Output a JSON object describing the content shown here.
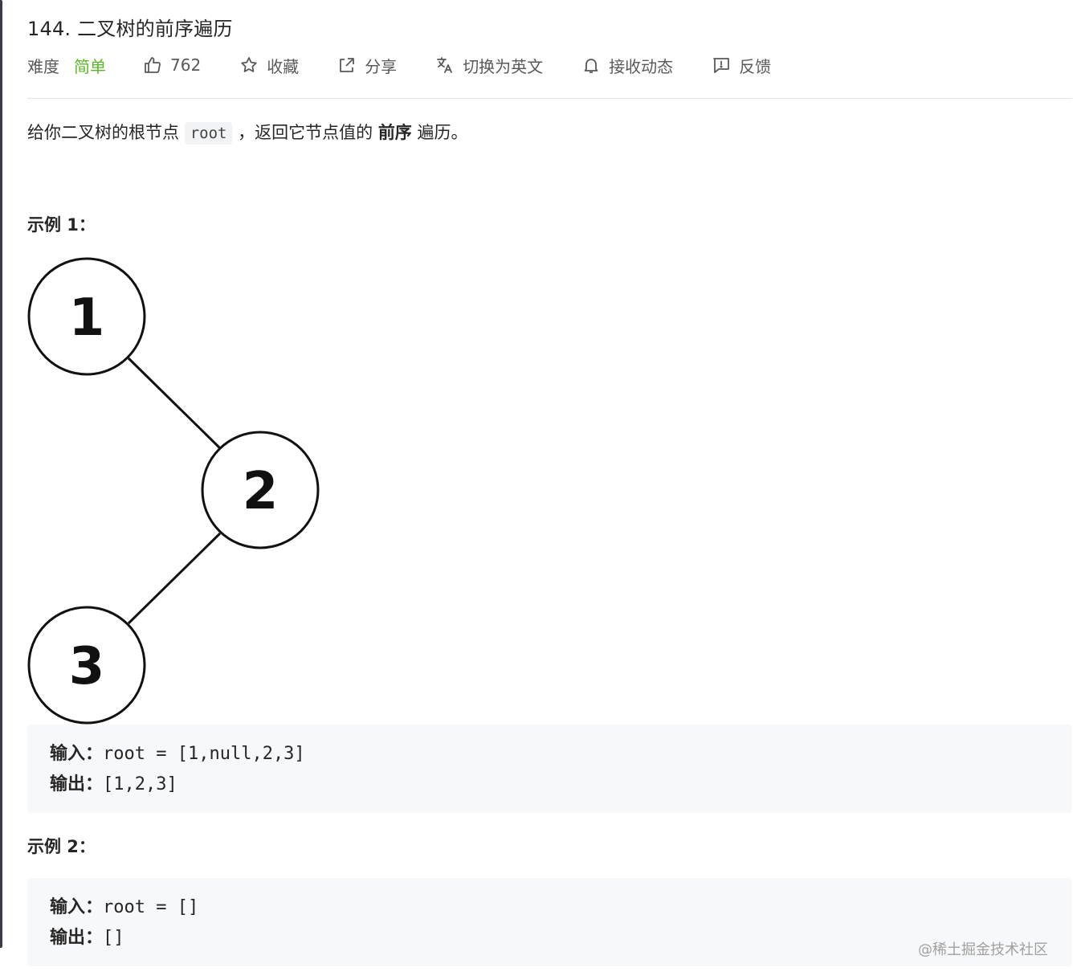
{
  "problem": {
    "title": "144. 二叉树的前序遍历",
    "difficulty_label": "难度",
    "difficulty_value": "简单",
    "likes": "762",
    "actions": {
      "favorite": "收藏",
      "share": "分享",
      "translate": "切换为英文",
      "subscribe": "接收动态",
      "feedback": "反馈"
    },
    "description": {
      "part1": "给你二叉树的根节点 ",
      "code": "root",
      "part2": " ，返回它节点值的 ",
      "bold": "前序",
      "part3": " 遍历。"
    }
  },
  "examples": [
    {
      "heading": "示例 1：",
      "input_label": "输入：",
      "input_value": "root = [1,null,2,3]",
      "output_label": "输出：",
      "output_value": "[1,2,3]"
    },
    {
      "heading": "示例 2：",
      "input_label": "输入：",
      "input_value": "root = []",
      "output_label": "输出：",
      "output_value": "[]"
    }
  ],
  "tree": {
    "nodes": [
      "1",
      "2",
      "3"
    ]
  },
  "watermark": "@稀土掘金技术社区",
  "colors": {
    "easy": "#5ab726",
    "code_bg": "#f2f3f5",
    "pre_bg": "#f7f8fa"
  }
}
